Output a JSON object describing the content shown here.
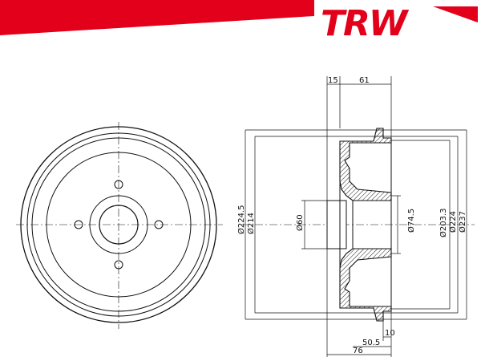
{
  "brand": {
    "logo_text": "TRW",
    "color": "#e3001b"
  },
  "colors": {
    "line": "#111111",
    "hatch": "#222222",
    "banner": "#e3001b"
  },
  "dimensions": {
    "top_left": "15",
    "top_right": "61",
    "outer_1": "Ø224.5",
    "outer_2": "Ø214",
    "bore": "Ø60",
    "hub": "Ø74.5",
    "right_1": "Ø203.3",
    "right_2": "Ø224",
    "right_3": "Ø237",
    "bottom_small": "10",
    "bottom_mid": "50.5",
    "bottom_total": "76"
  }
}
